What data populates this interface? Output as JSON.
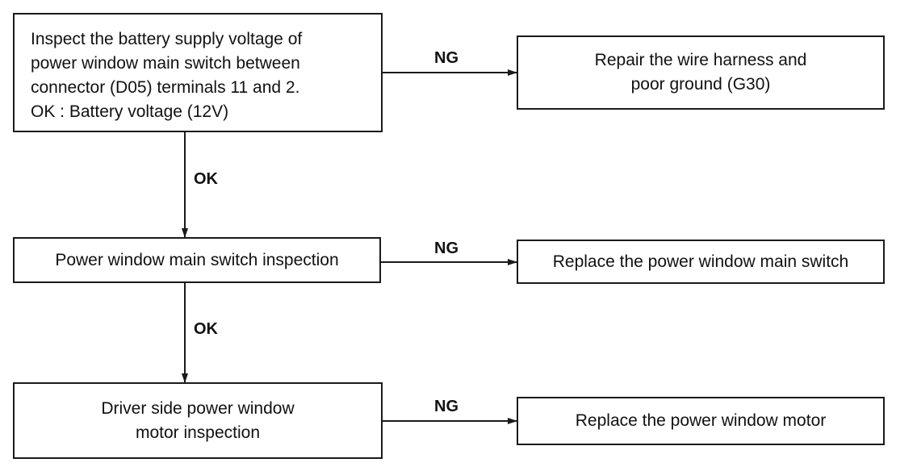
{
  "steps": [
    {
      "text": [
        "Inspect the battery supply voltage of",
        "power window main switch between",
        "connector (D05) terminals 11 and 2.",
        "OK : Battery voltage (12V)"
      ],
      "ng_label": "NG",
      "ng_action": [
        "Repair the wire harness and",
        "poor ground (G30)"
      ],
      "ok_label": "OK"
    },
    {
      "text": [
        "Power window main switch inspection"
      ],
      "ng_label": "NG",
      "ng_action": [
        "Replace the power window main switch"
      ],
      "ok_label": "OK"
    },
    {
      "text": [
        "Driver side power window",
        "motor  inspection"
      ],
      "ng_label": "NG",
      "ng_action": [
        "Replace the power window motor"
      ]
    }
  ]
}
